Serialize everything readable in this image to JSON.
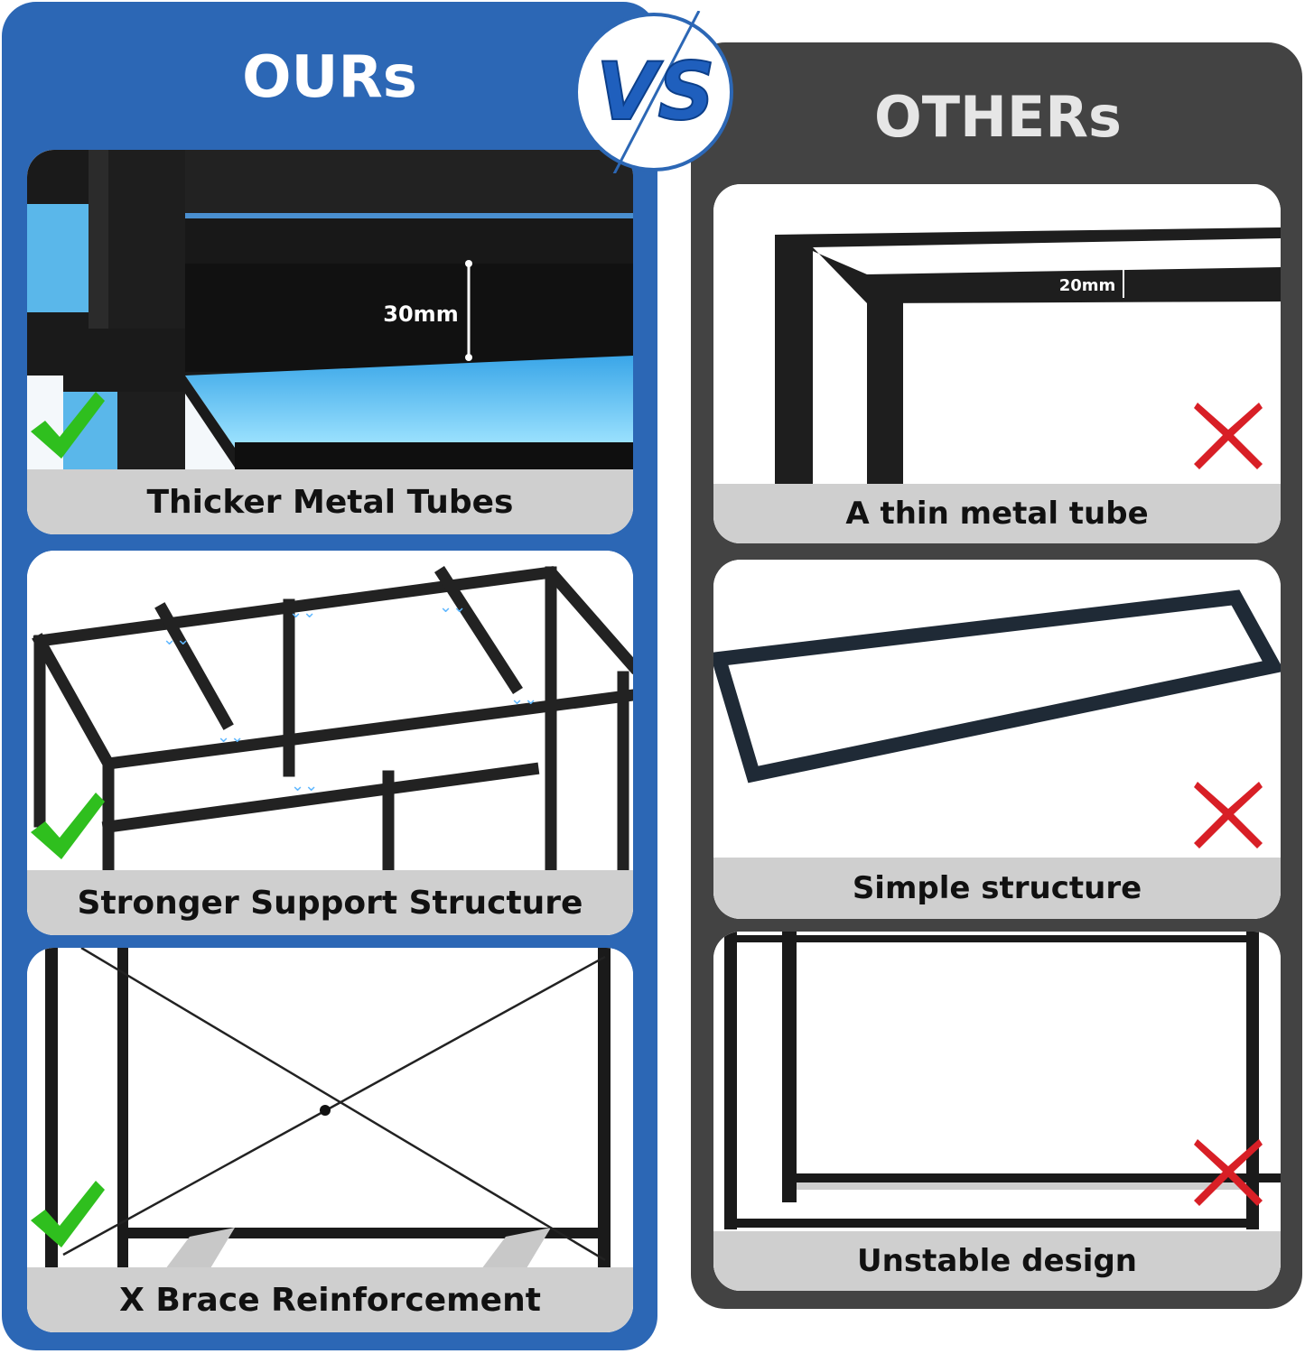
{
  "badge": {
    "vs_text": "VS"
  },
  "ours": {
    "title": "OURs",
    "cards": [
      {
        "caption": "Thicker Metal Tubes",
        "dimension": "30mm"
      },
      {
        "caption": "Stronger Support Structure"
      },
      {
        "caption": "X Brace Reinforcement"
      }
    ]
  },
  "others": {
    "title": "OTHERs",
    "cards": [
      {
        "caption": "A thin metal tube",
        "dimension": "20mm"
      },
      {
        "caption": "Simple structure"
      },
      {
        "caption": "Unstable design"
      }
    ]
  },
  "colors": {
    "ours_panel": "#2c67b5",
    "others_panel": "#434343",
    "check_green": "#2fbf1e",
    "cross_red": "#d81f26",
    "caption_bg": "#cfcfcf",
    "led_blue": "#6fd0ff"
  },
  "icons": {
    "good": "check-icon",
    "bad": "cross-icon"
  }
}
